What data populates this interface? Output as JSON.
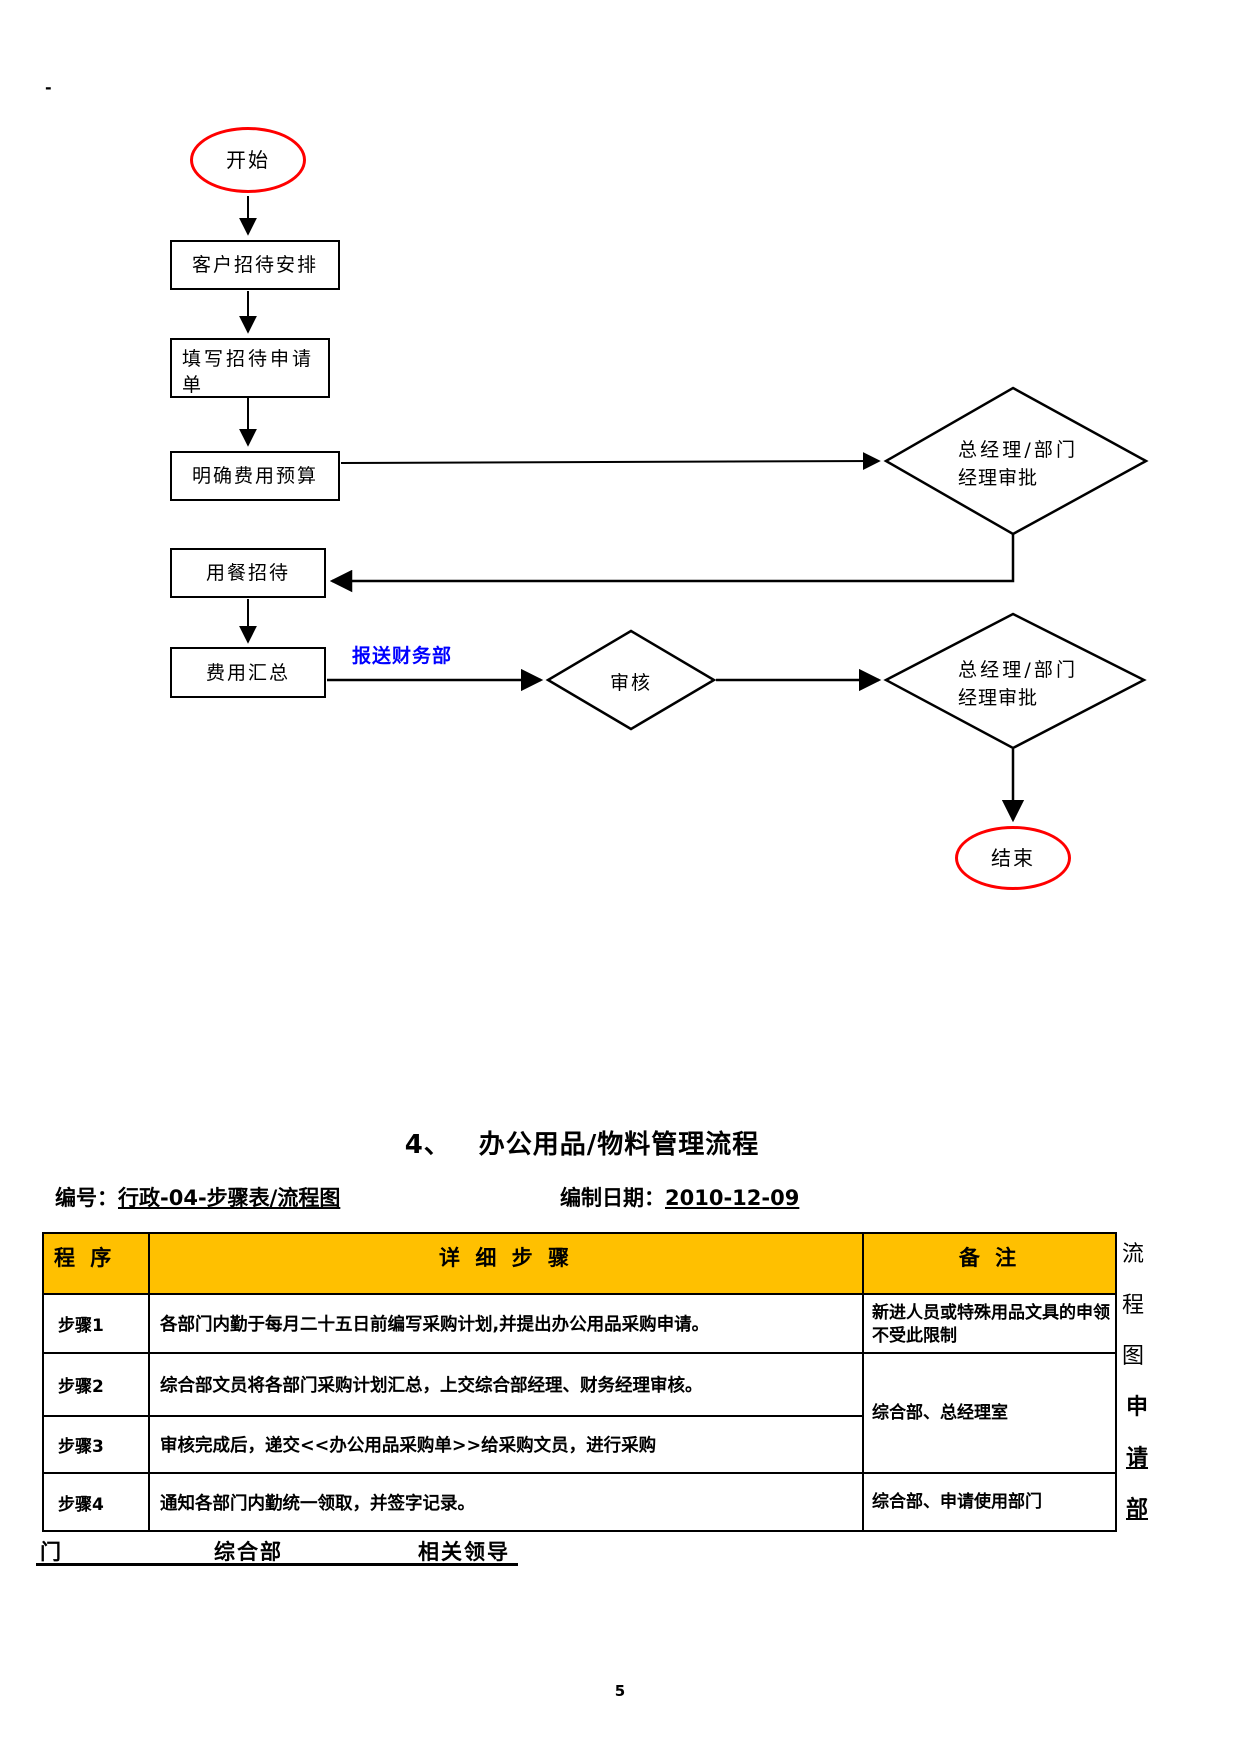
{
  "page": {
    "number": "5",
    "top_mark": "-"
  },
  "flowchart": {
    "nodes": {
      "start": "开始",
      "box1": "客户招待安排",
      "box2": "填写招待申请单",
      "box3": "明确费用预算",
      "box4": "用餐招待",
      "box5": "费用汇总",
      "approve1": "总经理/部门经理审批",
      "review": "审核",
      "approve2": "总经理/部门经理审批",
      "end": "结束"
    },
    "edge_label": "报送财务部"
  },
  "section": {
    "title_number": "4、",
    "title_text": "办公用品/物料管理流程",
    "doc_no_label": "编号：",
    "doc_no_value": "行政-04-步骤表/流程图",
    "date_label": "编制日期：",
    "date_value": "2010-12-09"
  },
  "table": {
    "headers": [
      "程 序",
      "详 细 步 骤",
      "备  注"
    ],
    "rows": [
      {
        "step": "步骤1",
        "detail": "各部门内勤于每月二十五日前编写采购计划,并提出办公用品采购申请。",
        "note": "新进人员或特殊用品文具的申领不受此限制"
      },
      {
        "step": "步骤2",
        "detail": "综合部文员将各部门采购计划汇总，上交综合部经理、财务经理审核。",
        "note": "综合部、总经理室"
      },
      {
        "step": "步骤3",
        "detail": "审核完成后，递交<<办公用品采购单>>给采购文员，进行采购",
        "note": ""
      },
      {
        "step": "步骤4",
        "detail": "通知各部门内勤统一领取，并签字记录。",
        "note": "综合部、申请使用部门"
      }
    ]
  },
  "side_text": {
    "chars": [
      "流",
      "程",
      "图",
      "申",
      "请",
      "部"
    ]
  },
  "footer_line": {
    "dept_prefix": "门",
    "dept1": "综合部",
    "dept2": "相关领导"
  },
  "colors": {
    "header_bg": "#FFC000",
    "terminal_stroke": "#FF0000",
    "edge_label_color": "#0000FF"
  }
}
